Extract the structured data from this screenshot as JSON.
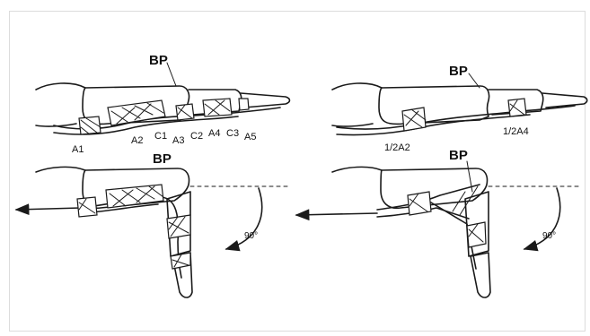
{
  "labels": {
    "bp": "BP",
    "a1": "A1",
    "a2": "A2",
    "c1": "C1",
    "a3": "A3",
    "c2": "C2",
    "a4": "A4",
    "c3": "C3",
    "a5": "A5",
    "half_a2": "1/2A2",
    "half_a4": "1/2A4",
    "angle": "90°"
  }
}
